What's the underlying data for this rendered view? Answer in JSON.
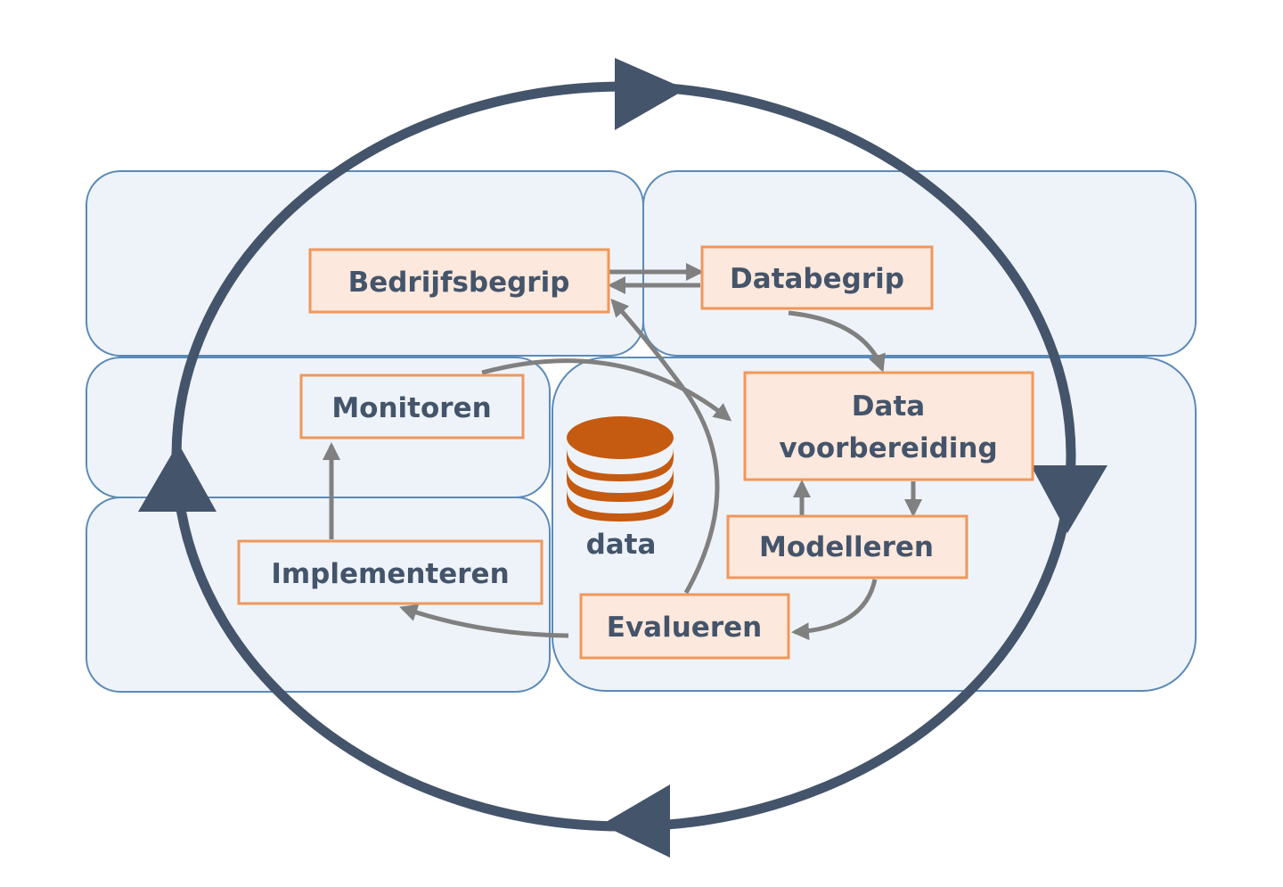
{
  "title": "CRISP-DM cycle",
  "colors": {
    "cycle": "#44546a",
    "panel_fill": "#eef3fa",
    "panel_stroke": "#5b8ab8",
    "node_fill": "#fce8dc",
    "node_fill_light": "#eef3fa",
    "node_stroke": "#f0975a",
    "flow_arrow": "#808080",
    "database": "#c55a11",
    "text": "#44546a"
  },
  "nodes": {
    "bedrijfsbegrip": "Bedrijfsbegrip",
    "databegrip": "Databegrip",
    "data_voorbereiding_line1": "Data",
    "data_voorbereiding_line2": "voorbereiding",
    "modelleren": "Modelleren",
    "evalueren": "Evalueren",
    "implementeren": "Implementeren",
    "monitoren": "Monitoren"
  },
  "database": {
    "label": "data",
    "icon": "database-icon"
  }
}
